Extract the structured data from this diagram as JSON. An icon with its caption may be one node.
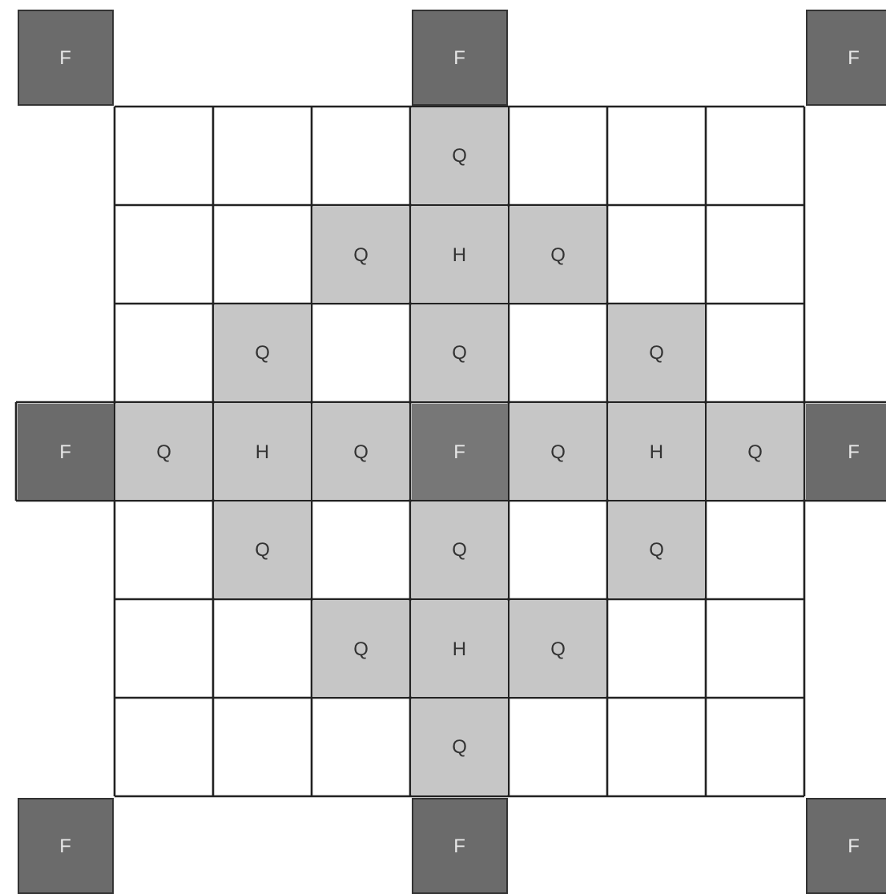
{
  "diagram": {
    "labels": [
      "F",
      "F",
      "F",
      "Q",
      "Q",
      "H",
      "Q",
      "Q",
      "Q",
      "Q",
      "F",
      "Q",
      "H",
      "Q",
      "F",
      "Q",
      "H",
      "Q",
      "F",
      "Q",
      "Q",
      "Q",
      "Q",
      "H",
      "Q",
      "Q",
      "F",
      "F",
      "F"
    ]
  }
}
